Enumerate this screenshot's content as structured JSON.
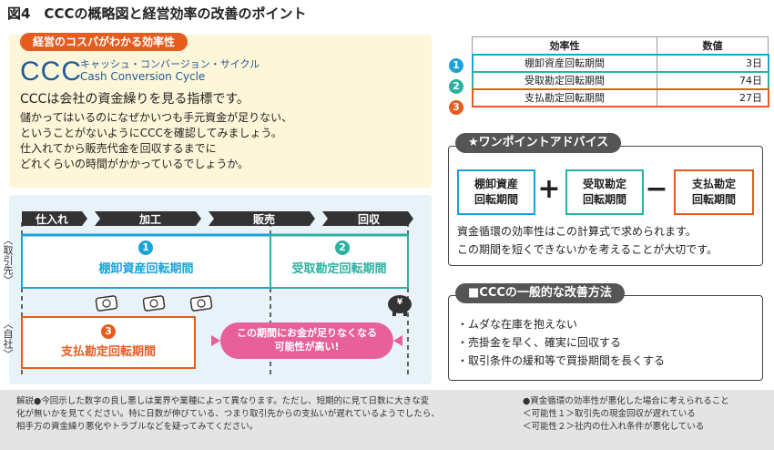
{
  "title": "図4　CCCの概略図と経営効率の改善のポイント",
  "intro": {
    "badge": "経営のコスパがわかる効率性",
    "abbr": "CCC",
    "kana": "キャッシュ・コンバージョン・サイクル",
    "english": "Cash Conversion Cycle",
    "lead": "CCCは会社の資金繰りを見る指標です。",
    "body": [
      "儲かってはいるのになぜかいつも手元資金が足りない、",
      "ということがないようにCCCを確認してみましょう。",
      "仕入れてから販売代金を回収するまでに",
      "どれくらいの時間がかかっているでしょうか。"
    ]
  },
  "flow": {
    "stages": [
      "仕入れ",
      "加工",
      "販売",
      "回収"
    ],
    "side_left_top": "〈取引先〉",
    "side_left_bottom": "〈自社〉",
    "period1_num": "1",
    "period1": "棚卸資産回転期間",
    "period2_num": "2",
    "period2": "受取勘定回転期間",
    "period3_num": "3",
    "period3": "支払勘定回転期間",
    "yen": "¥",
    "bubble_line1": "この期間にお金が足りなくなる",
    "bubble_line2": "可能性が高い!"
  },
  "table": {
    "headers": [
      "効率性",
      "数値"
    ],
    "rows": [
      {
        "num": "1",
        "label": "棚卸資産回転期間",
        "value": "3日",
        "color": "#1aa3d9"
      },
      {
        "num": "2",
        "label": "受取勘定回転期間",
        "value": "74日",
        "color": "#2bb1a0"
      },
      {
        "num": "3",
        "label": "支払勘定回転期間",
        "value": "27日",
        "color": "#e65c1f"
      }
    ]
  },
  "advice": {
    "heading": "★ワンポイントアドバイス",
    "term1": [
      "棚卸資産",
      "回転期間"
    ],
    "plus": "+",
    "term2": [
      "受取勘定",
      "回転期間"
    ],
    "minus": "−",
    "term3": [
      "支払勘定",
      "回転期間"
    ],
    "note1": "資金循環の効率性はこの計算式で求められます。",
    "note2": "この期間を短くできないかを考えることが大切です。"
  },
  "improve": {
    "heading": "■CCCの一般的な改善方法",
    "items": [
      "・ムダな在庫を抱えない",
      "・売掛金を早く、確実に回収する",
      "・取引条件の緩和等で買掛期間を長くする"
    ]
  },
  "footer": {
    "left": [
      "解説●今回示した数字の良し悪しは業界や業種によって異なります。ただし、短期的に見て日数に大きな変",
      "化が無いかを見てください。特に日数が伸びている、つまり取引先からの支払いが遅れているようでしたら、",
      "相手方の資金繰り悪化やトラブルなどを疑ってみてください。"
    ],
    "right": [
      "●資金循環の効率性が悪化した場合に考えられること",
      "＜可能性１＞取引先の現金回収が遅れている",
      "＜可能性２＞社内の仕入れ条件が悪化している"
    ]
  },
  "colors": {
    "blue": "#1aa3d9",
    "teal": "#2bb1a0",
    "orange": "#e65c1f",
    "pink": "#e8609a",
    "dark": "#333333"
  }
}
